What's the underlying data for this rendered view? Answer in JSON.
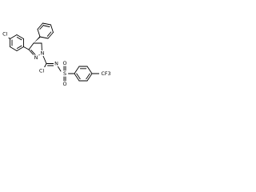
{
  "molecule": {
    "atom_labels": {
      "cl_left": "Cl",
      "n_ring_1": "N",
      "n_ring_2": "N",
      "cl_amidine": "Cl",
      "n_sulfonyl": "N",
      "s": "S",
      "o_top": "O",
      "o_bottom": "O",
      "cf3": "CF3"
    }
  }
}
